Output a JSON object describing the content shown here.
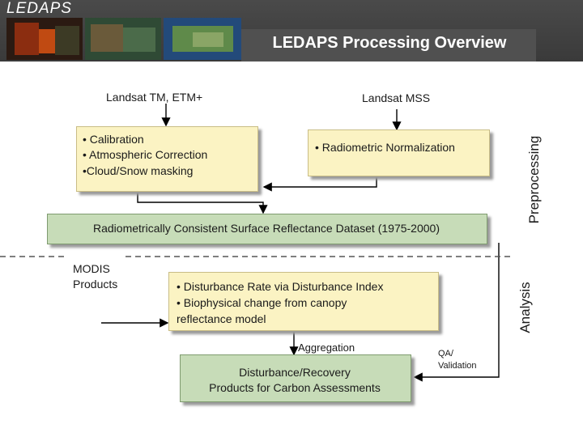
{
  "header": {
    "logo": "LEDAPS",
    "title": "LEDAPS Processing Overview"
  },
  "inputs": {
    "tm": "Landsat TM, ETM+",
    "mss": "Landsat MSS",
    "modis": [
      "MODIS",
      "Products"
    ]
  },
  "boxes": {
    "tm_steps": [
      "• Calibration",
      "• Atmospheric Correction",
      "•Cloud/Snow masking"
    ],
    "mss_step": "• Radiometric Normalization",
    "dataset": "Radiometrically Consistent Surface Reflectance Dataset (1975-2000)",
    "disturbance": [
      "• Disturbance Rate via Disturbance Index",
      "• Biophysical change from canopy",
      "reflectance model"
    ],
    "products": [
      "Disturbance/Recovery",
      "Products for Carbon Assessments"
    ]
  },
  "labels": {
    "aggregation": "Aggregation",
    "qa": [
      "QA/",
      "Validation"
    ]
  },
  "sections": {
    "preprocessing": "Preprocessing",
    "analysis": "Analysis"
  },
  "colors": {
    "beige_box": "#fbf3c3",
    "green_box": "#c7dcb8",
    "header": "#3a3a3a"
  }
}
